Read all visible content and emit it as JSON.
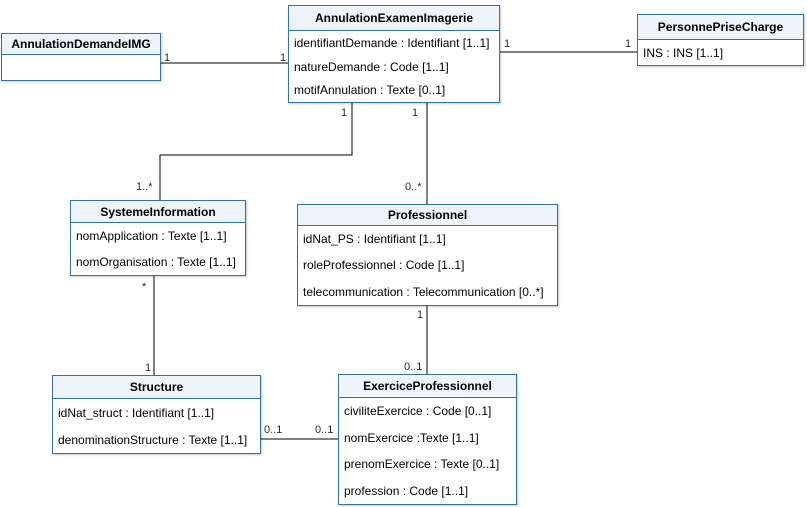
{
  "colors": {
    "box_border": "#31739e",
    "header_fill": "#edf4fb",
    "body_fill": "#ffffff",
    "connector": "#000000",
    "text": "#000000"
  },
  "classes": [
    {
      "title": "AnnulationDemandeIMG",
      "attributes": []
    },
    {
      "title": "AnnulationExamenImagerie",
      "attributes": [
        "identifiantDemande : Identifiant [1..1]",
        "natureDemande : Code [1..1]",
        "motifAnnulation : Texte [0..1]"
      ]
    },
    {
      "title": "PersonnePriseCharge",
      "attributes": [
        "INS : INS [1..1]"
      ]
    },
    {
      "title": "SystemeInformation",
      "attributes": [
        "nomApplication : Texte [1..1]",
        "nomOrganisation : Texte [1..1]"
      ]
    },
    {
      "title": "Professionnel",
      "attributes": [
        "idNat_PS : Identifiant [1..1]",
        "roleProfessionnel : Code [1..1]",
        "telecommunication : Telecommunication [0..*]"
      ]
    },
    {
      "title": "Structure",
      "attributes": [
        "idNat_struct : Identifiant [1..1]",
        "denominationStructure : Texte [1..1]"
      ]
    },
    {
      "title": "ExerciceProfessionnel",
      "attributes": [
        "civiliteExercice : Code [0..1]",
        "nomExercice :Texte [1..1]",
        "prenomExercice : Texte [0..1]",
        "profession : Code [1..1]"
      ]
    }
  ],
  "relations": [
    {
      "from": "AnnulationDemandeIMG",
      "to": "AnnulationExamenImagerie",
      "from_mult": "1",
      "to_mult": "1"
    },
    {
      "from": "AnnulationExamenImagerie",
      "to": "PersonnePriseCharge",
      "from_mult": "1",
      "to_mult": "1"
    },
    {
      "from": "AnnulationExamenImagerie",
      "to": "SystemeInformation",
      "from_mult": "1",
      "to_mult": "1..*"
    },
    {
      "from": "AnnulationExamenImagerie",
      "to": "Professionnel",
      "from_mult": "1",
      "to_mult": "0..*"
    },
    {
      "from": "SystemeInformation",
      "to": "Structure",
      "from_mult": "*",
      "to_mult": "1"
    },
    {
      "from": "Professionnel",
      "to": "ExerciceProfessionnel",
      "from_mult": "1",
      "to_mult": "0..1"
    },
    {
      "from": "Structure",
      "to": "ExerciceProfessionnel",
      "from_mult": "0..1",
      "to_mult": "0..1"
    }
  ]
}
